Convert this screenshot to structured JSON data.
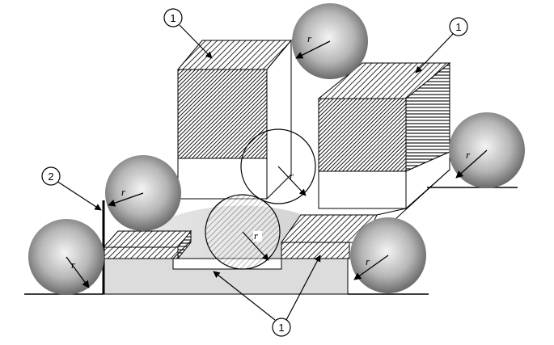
{
  "figure": {
    "callouts": [
      "1",
      "1",
      "2",
      "1"
    ],
    "radius_symbol": "r",
    "colors": {
      "stroke": "#000000",
      "face_light": "#e6e6e6",
      "face_mid": "#d0d0d0",
      "ball_light": "#f4f4f4",
      "ball_dark": "#6a6a6a"
    }
  }
}
